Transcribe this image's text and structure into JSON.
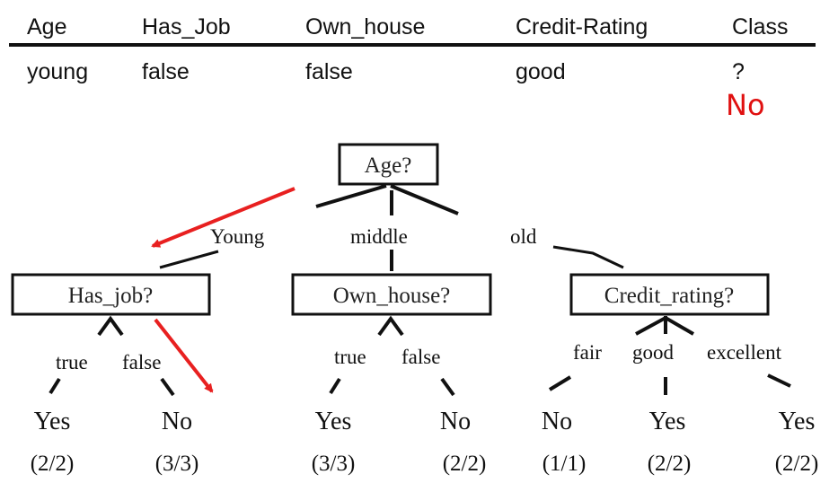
{
  "query_table": {
    "headers": [
      "Age",
      "Has_Job",
      "Own_house",
      "Credit-Rating",
      "Class"
    ],
    "row": [
      "young",
      "false",
      "false",
      "good",
      "?"
    ],
    "answer": "No"
  },
  "tree": {
    "root": "Age?",
    "root_edges": [
      "Young",
      "middle",
      "old"
    ],
    "nodes": [
      "Has_job?",
      "Own_house?",
      "Credit_rating?"
    ],
    "edges": {
      "has_job": [
        "true",
        "false"
      ],
      "own_house": [
        "true",
        "false"
      ],
      "credit_rating": [
        "fair",
        "good",
        "excellent"
      ]
    },
    "leaves": [
      {
        "label": "Yes",
        "count": "(2/2)"
      },
      {
        "label": "No",
        "count": "(3/3)"
      },
      {
        "label": "Yes",
        "count": "(3/3)"
      },
      {
        "label": "No",
        "count": "(2/2)"
      },
      {
        "label": "No",
        "count": "(1/1)"
      },
      {
        "label": "Yes",
        "count": "(2/2)"
      },
      {
        "label": "Yes",
        "count": "(2/2)"
      }
    ]
  },
  "colors": {
    "highlight": "#e01010",
    "ink": "#111111"
  }
}
